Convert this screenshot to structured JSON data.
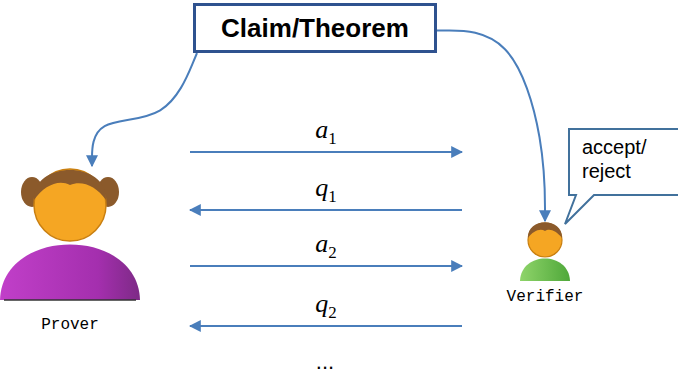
{
  "diagram": {
    "nodes": [
      {
        "text": [
          "Claim/Theorem"
        ]
      },
      {
        "text": [
          "Prover"
        ]
      },
      {
        "text": [
          "Verifier"
        ]
      },
      {
        "text": [
          "accept/ reject"
        ]
      }
    ],
    "edges": [
      {
        "from": 0,
        "to": 1,
        "arrow": "to"
      },
      {
        "from": 0,
        "to": 2,
        "arrow": "to"
      },
      {
        "from": 1,
        "to": 2,
        "label": "a1",
        "arrow": "to"
      },
      {
        "from": 2,
        "to": 1,
        "label": "q1",
        "arrow": "to"
      },
      {
        "from": 1,
        "to": 2,
        "label": "a2",
        "arrow": "to"
      },
      {
        "from": 2,
        "to": 1,
        "label": "q2",
        "arrow": "to"
      }
    ],
    "labels": [
      "..."
    ]
  }
}
